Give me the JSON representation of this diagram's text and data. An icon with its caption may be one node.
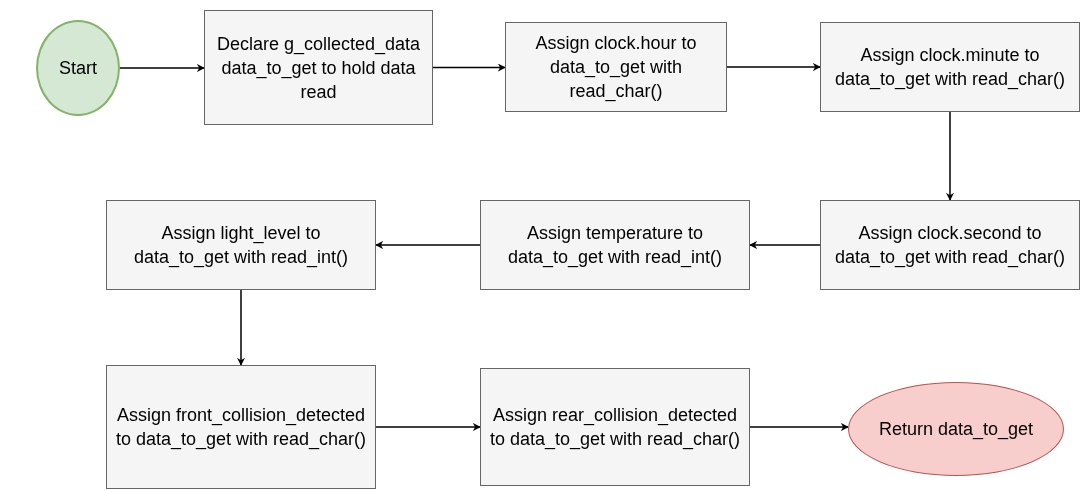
{
  "diagram": {
    "nodes": [
      {
        "text": [
          "Start"
        ]
      },
      {
        "text": [
          "Declare g_collected_data data_to_get to hold data read"
        ]
      },
      {
        "text": [
          "Assign clock.hour to data_to_get with read_char()"
        ]
      },
      {
        "text": [
          "Assign clock.minute to data_to_get with read_char()"
        ]
      },
      {
        "text": [
          "Assign clock.second to data_to_get with read_char()"
        ]
      },
      {
        "text": [
          "Assign temperature to data_to_get with read_int()"
        ]
      },
      {
        "text": [
          "Assign light_level to data_to_get with read_int()"
        ]
      },
      {
        "text": [
          "Assign front_collision_detected to data_to_get with read_char()"
        ]
      },
      {
        "text": [
          "Assign rear_collision_detected to data_to_get with read_char()"
        ]
      },
      {
        "text": [
          "Return data_to_get"
        ]
      }
    ],
    "edges": [
      {
        "from": 0,
        "to": 1,
        "arrow": "to"
      },
      {
        "from": 1,
        "to": 2,
        "arrow": "to"
      },
      {
        "from": 2,
        "to": 3,
        "arrow": "to"
      },
      {
        "from": 3,
        "to": 4,
        "arrow": "to"
      },
      {
        "from": 4,
        "to": 5,
        "arrow": "to"
      },
      {
        "from": 5,
        "to": 6,
        "arrow": "to"
      },
      {
        "from": 6,
        "to": 7,
        "arrow": "to"
      },
      {
        "from": 7,
        "to": 8,
        "arrow": "to"
      },
      {
        "from": 8,
        "to": 9,
        "arrow": "to"
      }
    ]
  }
}
